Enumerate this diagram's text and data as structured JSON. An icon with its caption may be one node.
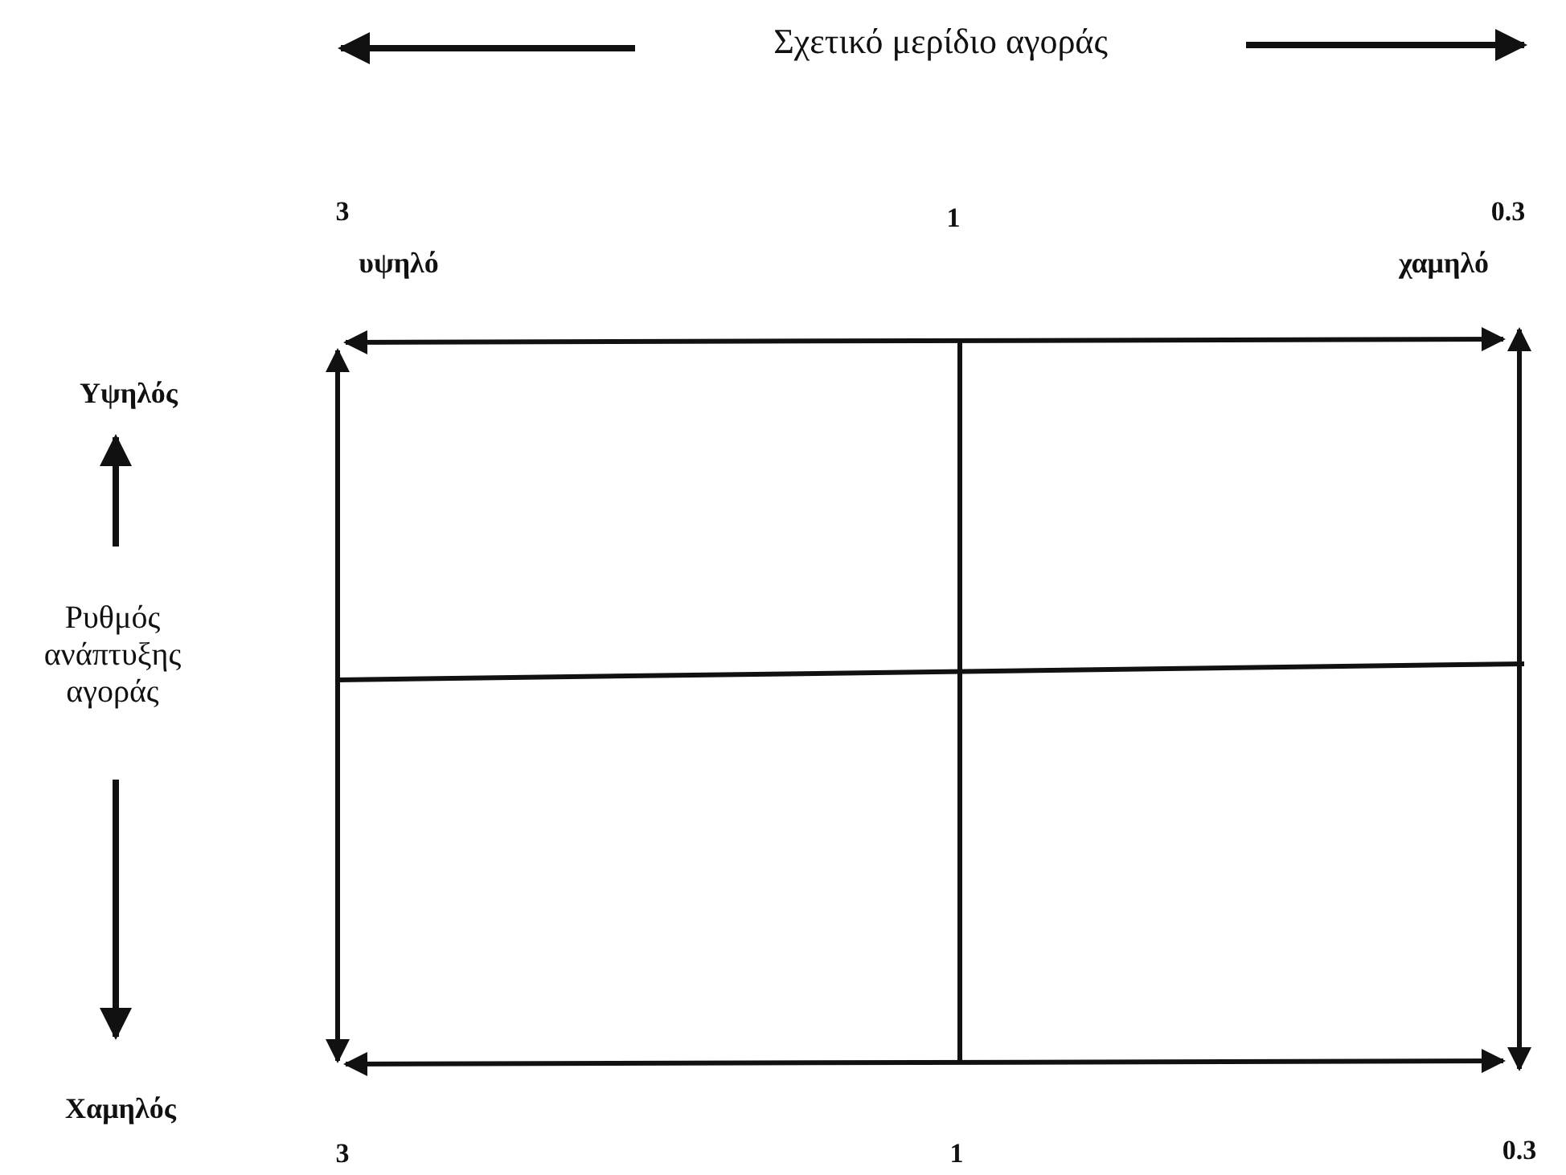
{
  "diagram": {
    "labels": [
      "Σχετικό μερίδιο αγοράς",
      "3",
      "1",
      "0.3",
      "υψηλό",
      "χαμηλό",
      "Υψηλός",
      "Ρυθμός ανάπτυξης αγοράς",
      "Χαμηλός",
      "3",
      "1",
      "0.3"
    ]
  }
}
